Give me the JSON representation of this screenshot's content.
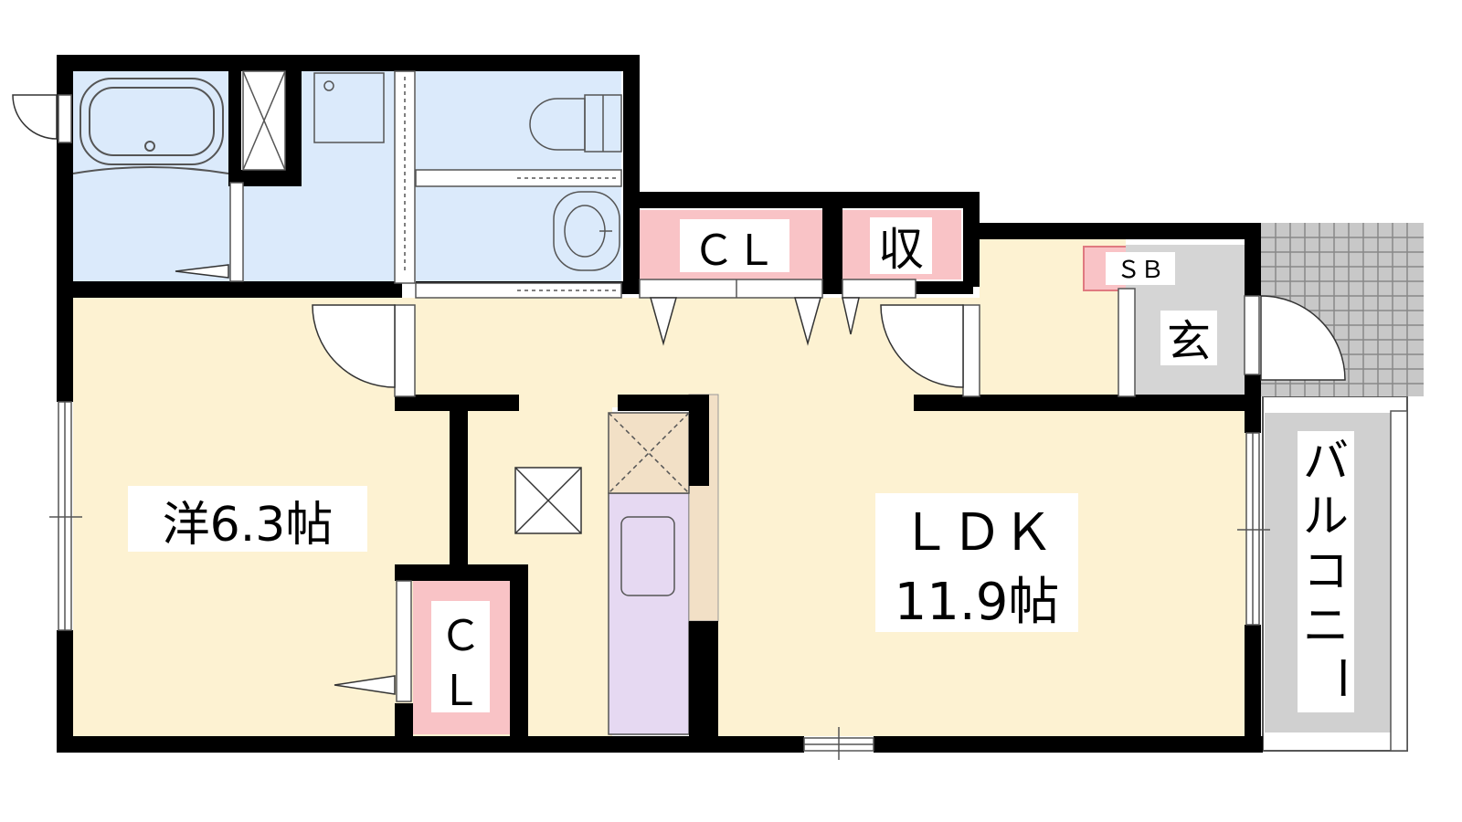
{
  "colors": {
    "wall": "#000000",
    "room": "#fdf2d2",
    "wet_area": "#dbeafb",
    "closet": "#f9c3c6",
    "kitchen": "#e6d9f2",
    "entrance": "#d5d5d5",
    "balcony": "#d0d0d0",
    "counter": "#f2e0c6",
    "tile": "#c8c8c8"
  },
  "rooms": {
    "western": {
      "name": "洋6.3帖"
    },
    "ldk": {
      "name": "ＬＤＫ",
      "area": "11.9帖"
    },
    "closet_top": {
      "name": "ＣＬ"
    },
    "storage": {
      "name": "収"
    },
    "shoe_box": {
      "name": "ＳＢ"
    },
    "entrance": {
      "name": "玄"
    },
    "closet_small": {
      "line1": "Ｃ",
      "line2": "Ｌ"
    },
    "balcony": {
      "chars": [
        "バ",
        "ル",
        "コ",
        "ニ",
        "ー"
      ]
    }
  }
}
